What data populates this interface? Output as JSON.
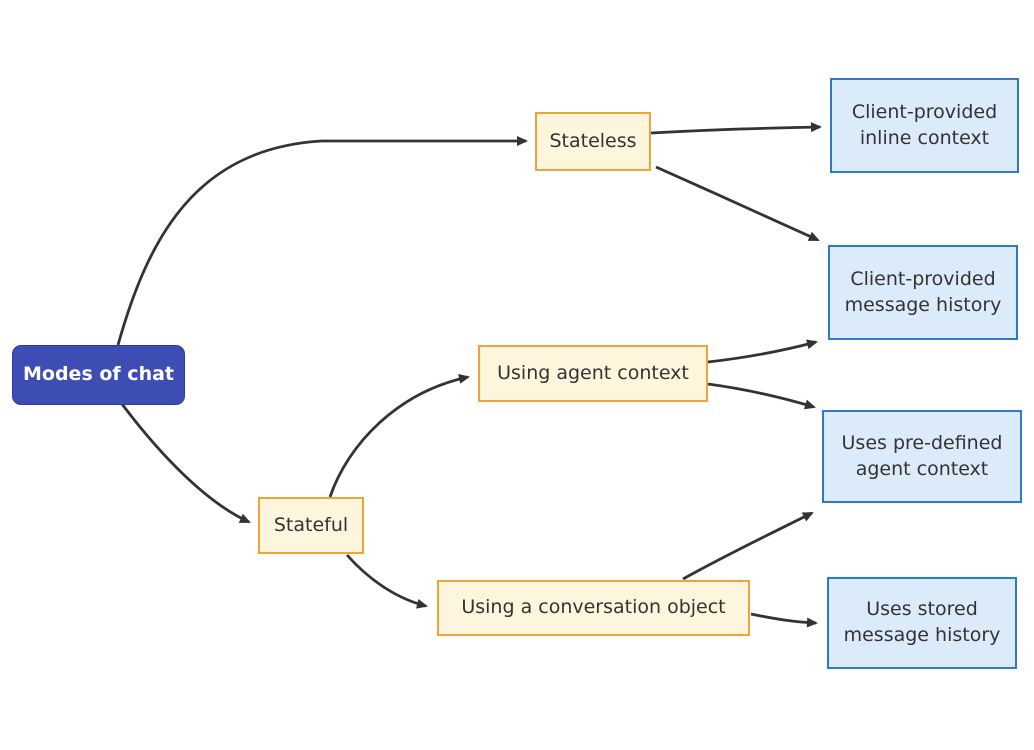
{
  "diagram": {
    "type": "flowchart",
    "direction": "left-to-right",
    "title": "Modes of chat",
    "nodes": {
      "root": {
        "label": "Modes of chat",
        "style": "primary"
      },
      "stateless": {
        "label": "Stateless",
        "style": "decision"
      },
      "stateful": {
        "label": "Stateful",
        "style": "decision"
      },
      "agent_context": {
        "label": "Using agent context",
        "style": "decision"
      },
      "conversation_object": {
        "label": "Using a conversation object",
        "style": "decision"
      },
      "inline_context": {
        "label": "Client-provided inline context",
        "style": "leaf"
      },
      "message_history": {
        "label": "Client-provided message history",
        "style": "leaf"
      },
      "predefined_context": {
        "label": "Uses pre-defined agent context",
        "style": "leaf"
      },
      "stored_history": {
        "label": "Uses stored message history",
        "style": "leaf"
      }
    },
    "edges": [
      {
        "from": "Modes of chat",
        "to": "Stateless"
      },
      {
        "from": "Modes of chat",
        "to": "Stateful"
      },
      {
        "from": "Stateless",
        "to": "Client-provided inline context"
      },
      {
        "from": "Stateless",
        "to": "Client-provided message history"
      },
      {
        "from": "Stateful",
        "to": "Using agent context"
      },
      {
        "from": "Stateful",
        "to": "Using a conversation object"
      },
      {
        "from": "Using agent context",
        "to": "Client-provided message history"
      },
      {
        "from": "Using agent context",
        "to": "Uses pre-defined agent context"
      },
      {
        "from": "Using a conversation object",
        "to": "Uses pre-defined agent context"
      },
      {
        "from": "Using a conversation object",
        "to": "Uses stored message history"
      }
    ],
    "colors": {
      "background": "#ffffff",
      "root_fill": "#3e4db3",
      "root_border": "#2f3a9e",
      "root_text": "#ffffff",
      "decision_fill": "#fdf5dc",
      "decision_border": "#f2a23b",
      "leaf_fill": "#dcebfa",
      "leaf_border": "#3079c9",
      "edge_stroke": "#333333",
      "node_text": "#333333"
    }
  }
}
